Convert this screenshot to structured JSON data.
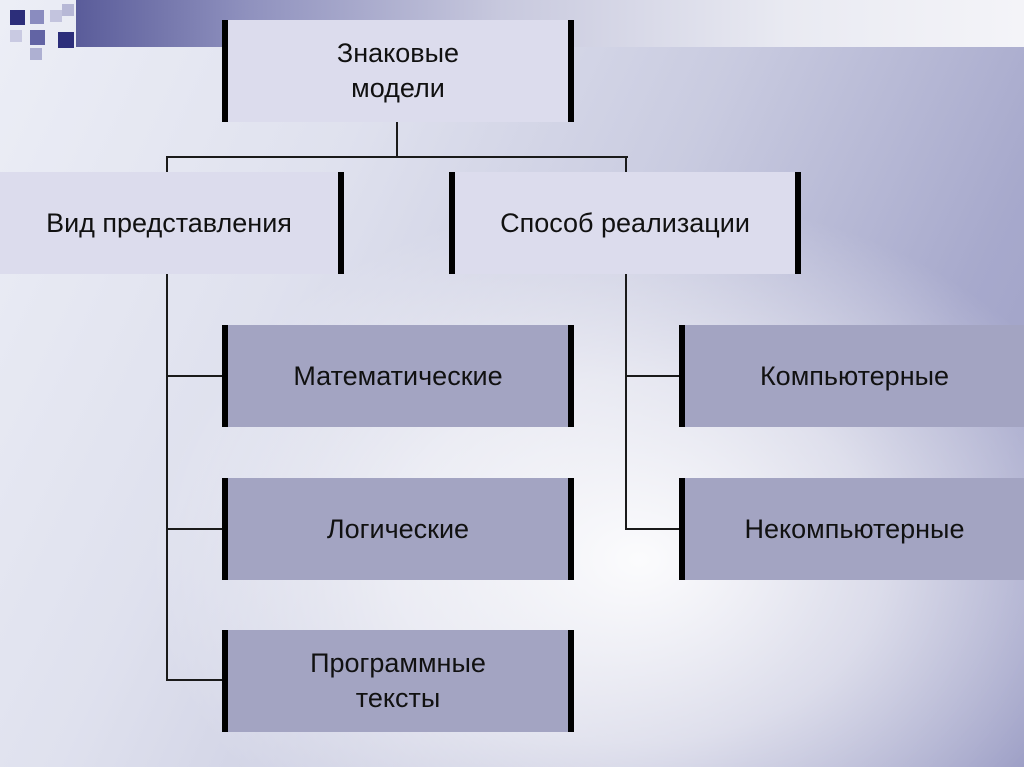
{
  "colors": {
    "light_box": "#dcdced",
    "dark_box": "#a3a4c2",
    "bar_accent": "#5a5c9a",
    "line": "#1a1a1a"
  },
  "diagram": {
    "root": {
      "label": "Знаковые\nмодели"
    },
    "branches": [
      {
        "label": "Вид представления",
        "children": [
          {
            "label": "Математические"
          },
          {
            "label": "Логические"
          },
          {
            "label": "Программные\nтексты"
          }
        ]
      },
      {
        "label": "Способ реализации",
        "children": [
          {
            "label": "Компьютерные"
          },
          {
            "label": "Некомпьютерные"
          }
        ]
      }
    ]
  }
}
